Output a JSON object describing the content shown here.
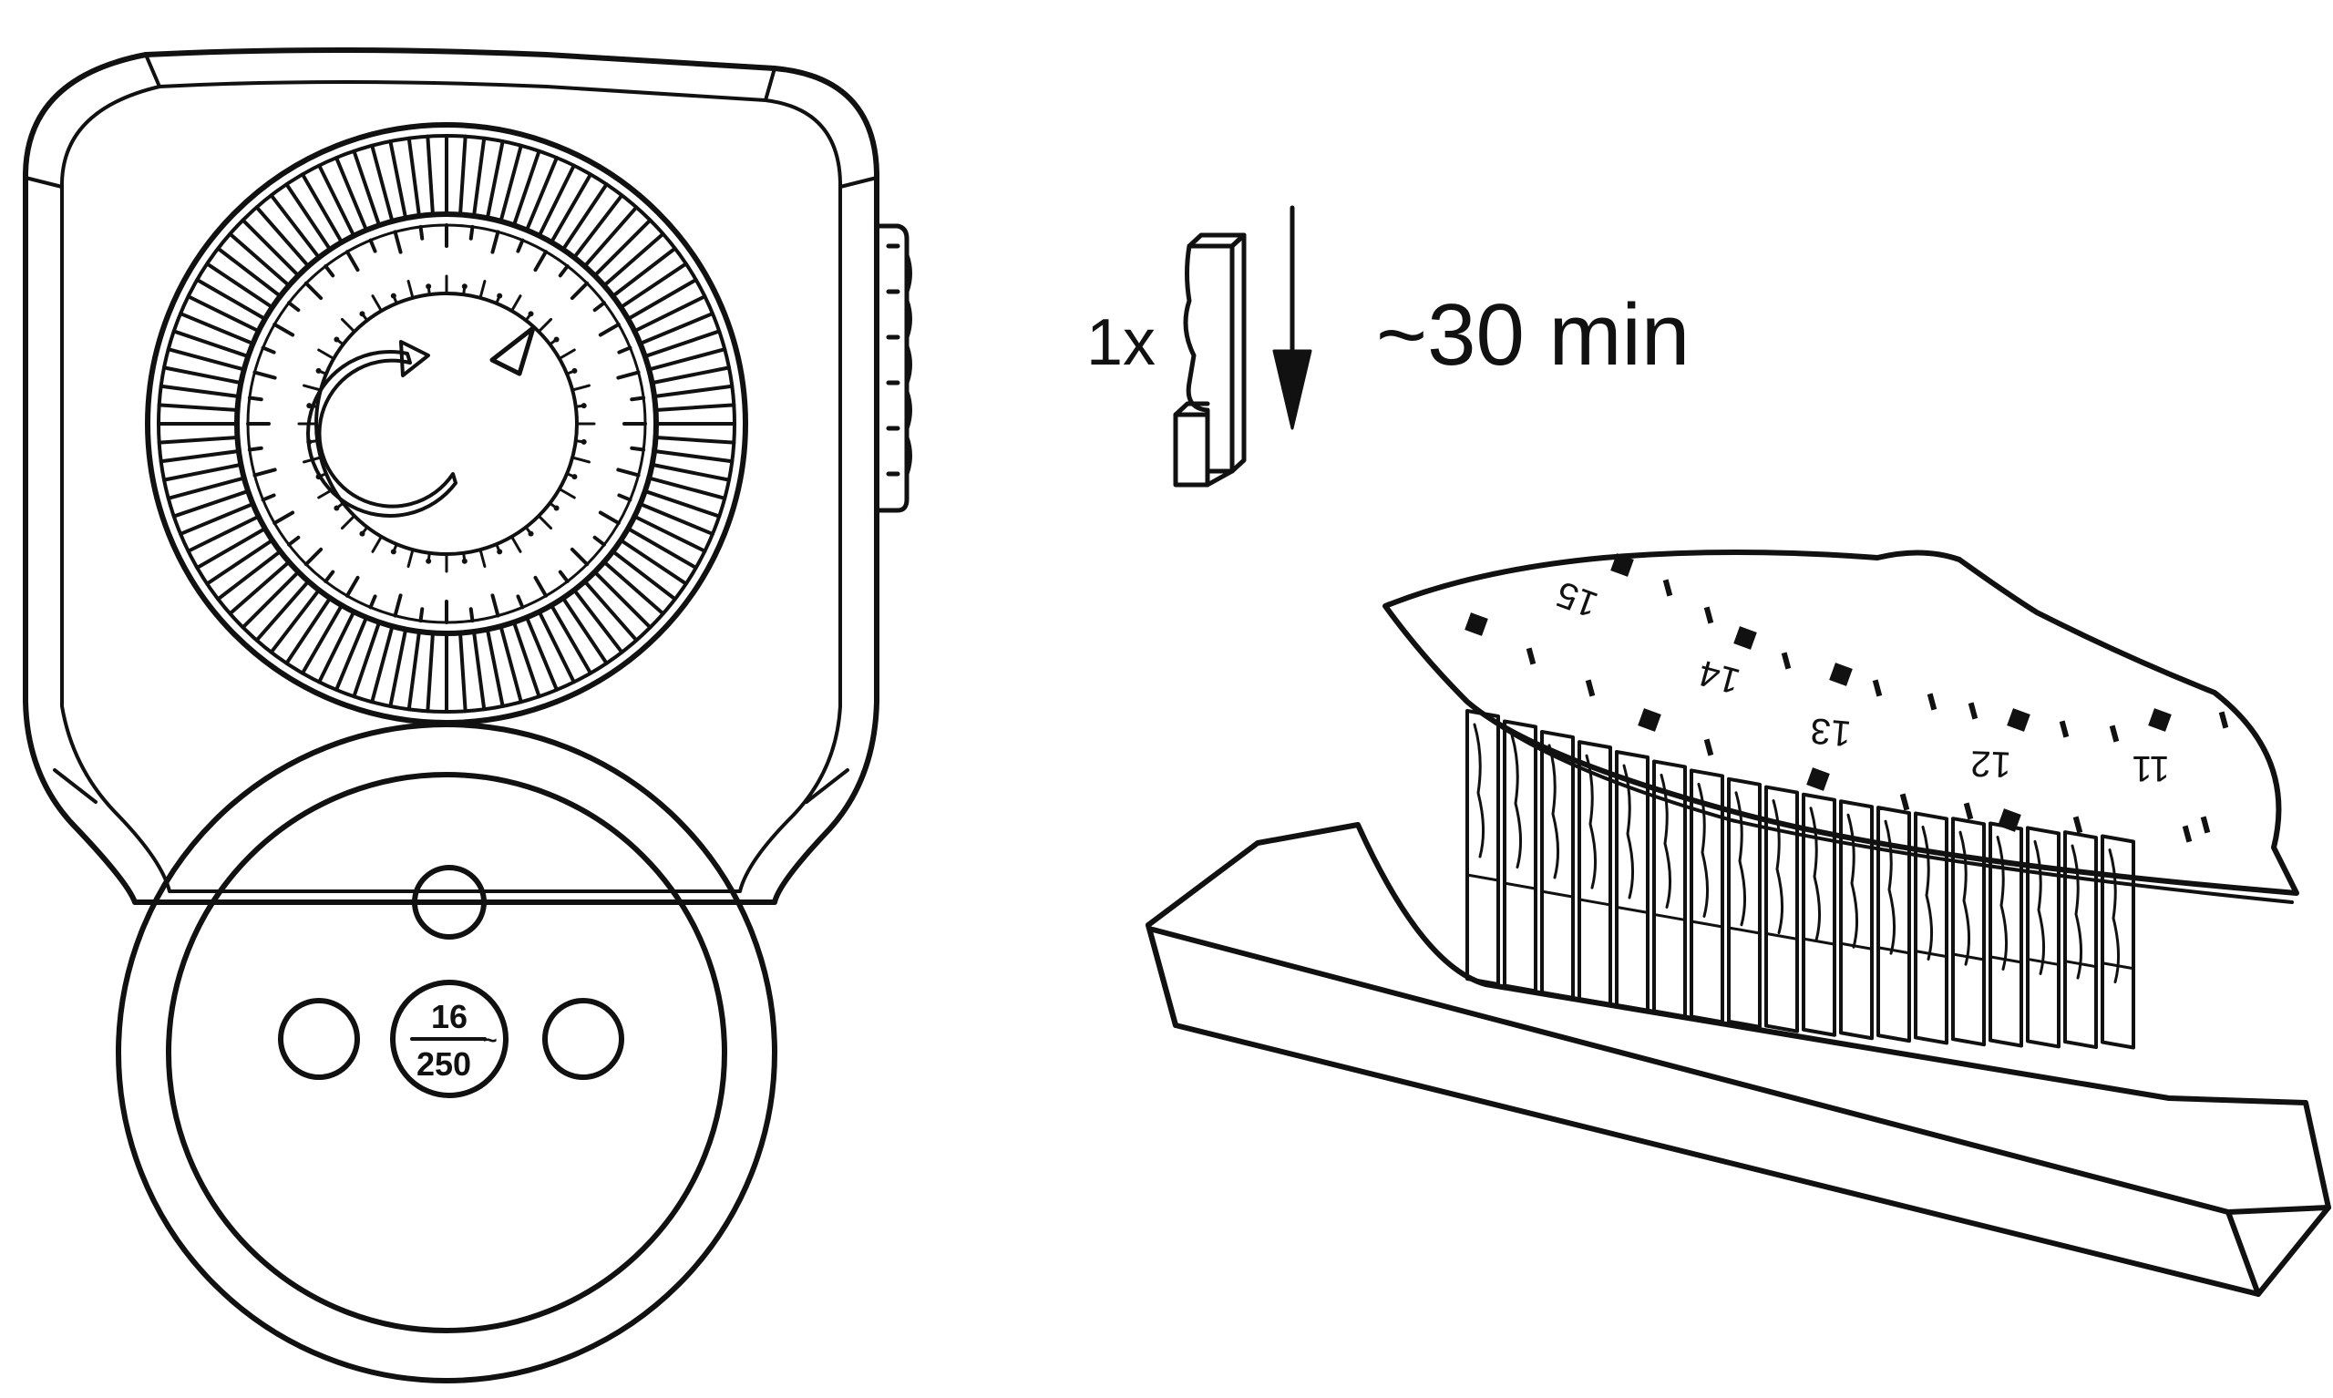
{
  "timer_rating": {
    "current": "16",
    "voltage": "250",
    "symbol": "~"
  },
  "instruction": {
    "quantity": "1x",
    "duration": "~30 min"
  },
  "closeup": {
    "hour_labels": [
      "15",
      "14",
      "13",
      "12",
      "11"
    ]
  },
  "colors": {
    "line": "#111111",
    "background": "#ffffff"
  }
}
